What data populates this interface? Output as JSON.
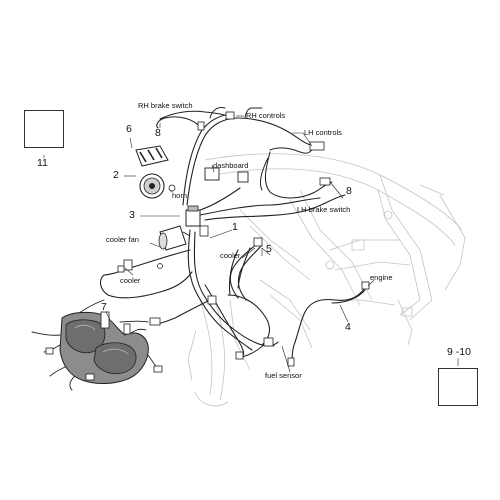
{
  "callouts": {
    "n1": "1",
    "n2": "2",
    "n3": "3",
    "n4": "4",
    "n5": "5",
    "n6": "6",
    "n7": "7",
    "n8a": "8",
    "n8b": "8",
    "n9_10": "9 -10",
    "n11": "11"
  },
  "labels": {
    "rh_brake_switch": "RH brake switch",
    "rh_controls": "RH controls",
    "lh_controls": "LH controls",
    "lh_brake_switch": "LH brake switch",
    "dashboard": "dashboard",
    "horn": "horn",
    "cooler_fan": "cooler fan",
    "cooler_left": "cooler",
    "cooler_right": "cooler",
    "engine": "engine",
    "fuel_sensor": "fuel sensor"
  },
  "colors": {
    "line": "#222222",
    "frame": "#bdbdbd",
    "part_fill": "#8f8f8f",
    "part_dark": "#5a5a5a"
  }
}
